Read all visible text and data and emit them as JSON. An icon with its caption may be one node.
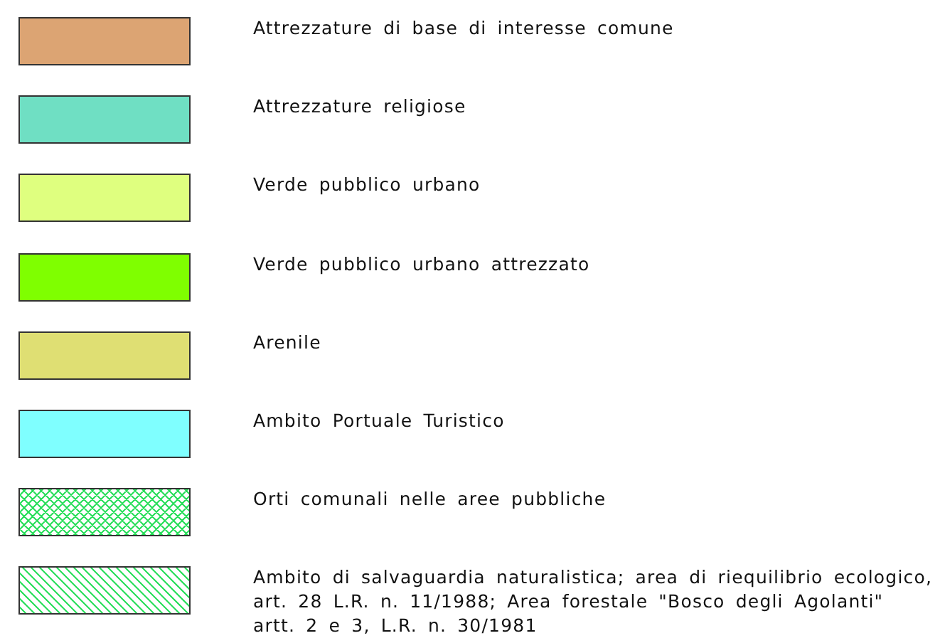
{
  "diagram": {
    "legend": [
      {
        "text": "Attrezzature di base di interesse comune",
        "color": "#dca473"
      },
      {
        "text": "Attrezzature religiose",
        "color": "#6fdfc3"
      },
      {
        "text": "Verde pubblico urbano",
        "color": "#dfff7f"
      },
      {
        "text": "Verde pubblico urbano attrezzato",
        "color": "#7fff00"
      },
      {
        "text": "Arenile",
        "color": "#dfdf73"
      },
      {
        "text": "Ambito Portuale Turistico",
        "color": "#7fffff"
      },
      {
        "text": "Orti comunali nelle aree pubbliche"
      },
      {
        "text": "Ambito di salvaguardia naturalistica; area di riequilibrio ecologico, art. 28 L.R. n. 11/1988; Area forestale \"Bosco degli Agolanti\" artt. 2 e 3, L.R. n. 30/1981"
      }
    ]
  }
}
